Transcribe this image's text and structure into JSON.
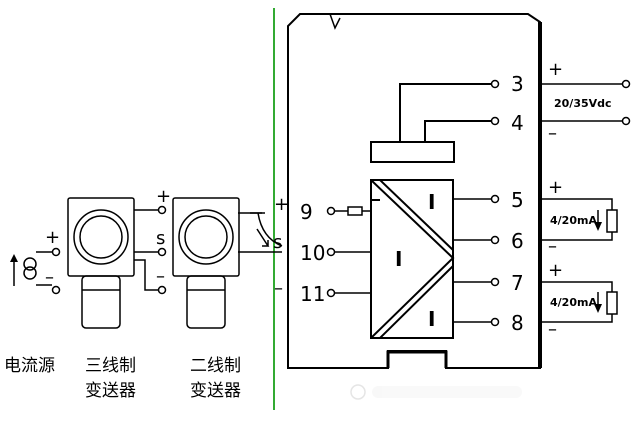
{
  "left_labels": {
    "current_source": "电流源",
    "three_wire_line1": "三线制",
    "three_wire_line2": "变送器",
    "two_wire_line1": "二线制",
    "two_wire_line2": "变送器"
  },
  "signs": {
    "plus": "+",
    "minus": "–",
    "signal": "s"
  },
  "terminals": {
    "t3": "3",
    "t4": "4",
    "t5": "5",
    "t6": "6",
    "t7": "7",
    "t8": "8",
    "t9": "9",
    "t10": "10",
    "t11": "11"
  },
  "block_symbol": "I",
  "supply_label": "20/35Vdc",
  "output1_label": "4/20mA",
  "output2_label": "4/20mA"
}
